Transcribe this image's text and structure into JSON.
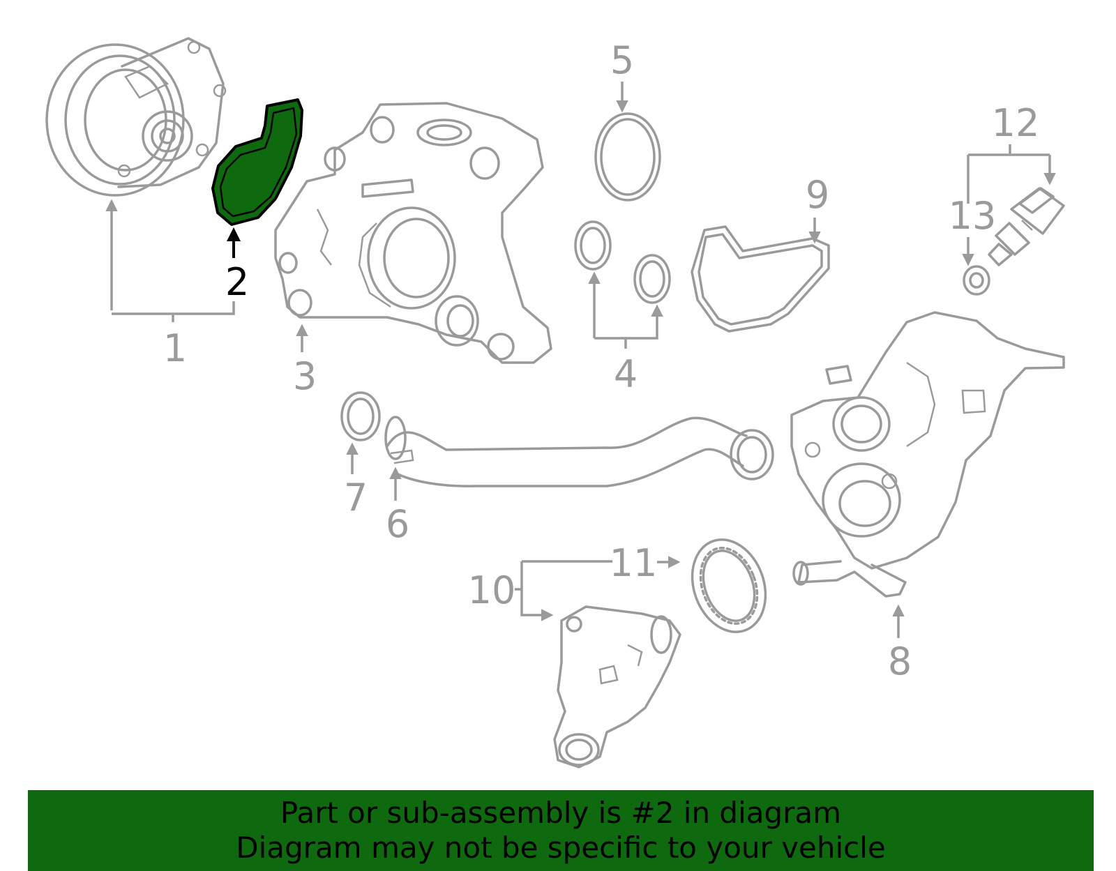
{
  "highlight_color": "#0f6a0f",
  "callouts": [
    {
      "id": "1",
      "label": "1"
    },
    {
      "id": "2",
      "label": "2",
      "highlighted": true
    },
    {
      "id": "3",
      "label": "3"
    },
    {
      "id": "4",
      "label": "4"
    },
    {
      "id": "5",
      "label": "5"
    },
    {
      "id": "6",
      "label": "6"
    },
    {
      "id": "7",
      "label": "7"
    },
    {
      "id": "8",
      "label": "8"
    },
    {
      "id": "9",
      "label": "9"
    },
    {
      "id": "10",
      "label": "10"
    },
    {
      "id": "11",
      "label": "11"
    },
    {
      "id": "12",
      "label": "12"
    },
    {
      "id": "13",
      "label": "13"
    }
  ],
  "banner": {
    "line1": "Part or sub-assembly is #2 in diagram",
    "line2": "Diagram may not be specific to your vehicle"
  }
}
